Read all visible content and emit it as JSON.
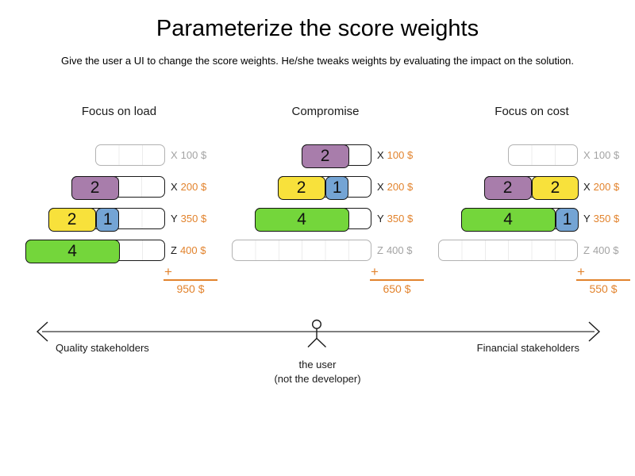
{
  "title": "Parameterize the score weights",
  "subtitle": "Give the user a UI to change the score weights. He/she tweaks weights by evaluating the impact on the solution.",
  "colors": {
    "purple": "#a87dab",
    "yellow": "#f8e13b",
    "blue": "#74a4d4",
    "green": "#74d63b",
    "orange": "#e2832d",
    "muted": "#a3a3a3",
    "ink": "#1a1a1a"
  },
  "plus_sign": "+",
  "panels": [
    {
      "heading": "Focus on load",
      "total": "950 $",
      "rows": [
        {
          "capacity": 3,
          "letter": "X",
          "price": "100 $",
          "active": false,
          "blocks": []
        },
        {
          "capacity": 4,
          "letter": "X",
          "price": "200 $",
          "active": true,
          "blocks": [
            {
              "value": "2",
              "size": 2,
              "color": "purple"
            }
          ]
        },
        {
          "capacity": 5,
          "letter": "Y",
          "price": "350 $",
          "active": true,
          "blocks": [
            {
              "value": "2",
              "size": 2,
              "color": "yellow"
            },
            {
              "value": "1",
              "size": 1,
              "color": "blue"
            }
          ]
        },
        {
          "capacity": 6,
          "letter": "Z",
          "price": "400 $",
          "active": true,
          "blocks": [
            {
              "value": "4",
              "size": 4,
              "color": "green"
            }
          ]
        }
      ]
    },
    {
      "heading": "Compromise",
      "total": "650 $",
      "rows": [
        {
          "capacity": 3,
          "letter": "X",
          "price": "100 $",
          "active": true,
          "blocks": [
            {
              "value": "2",
              "size": 2,
              "color": "purple"
            }
          ]
        },
        {
          "capacity": 4,
          "letter": "X",
          "price": "200 $",
          "active": true,
          "blocks": [
            {
              "value": "2",
              "size": 2,
              "color": "yellow"
            },
            {
              "value": "1",
              "size": 1,
              "color": "blue"
            }
          ]
        },
        {
          "capacity": 5,
          "letter": "Y",
          "price": "350 $",
          "active": true,
          "blocks": [
            {
              "value": "4",
              "size": 4,
              "color": "green"
            }
          ]
        },
        {
          "capacity": 6,
          "letter": "Z",
          "price": "400 $",
          "active": false,
          "blocks": []
        }
      ]
    },
    {
      "heading": "Focus on cost",
      "total": "550 $",
      "rows": [
        {
          "capacity": 3,
          "letter": "X",
          "price": "100 $",
          "active": false,
          "blocks": []
        },
        {
          "capacity": 4,
          "letter": "X",
          "price": "200 $",
          "active": true,
          "blocks": [
            {
              "value": "2",
              "size": 2,
              "color": "purple"
            },
            {
              "value": "2",
              "size": 2,
              "color": "yellow"
            }
          ]
        },
        {
          "capacity": 5,
          "letter": "Y",
          "price": "350 $",
          "active": true,
          "blocks": [
            {
              "value": "4",
              "size": 4,
              "color": "green"
            },
            {
              "value": "1",
              "size": 1,
              "color": "blue"
            }
          ]
        },
        {
          "capacity": 6,
          "letter": "Z",
          "price": "400 $",
          "active": false,
          "blocks": []
        }
      ]
    }
  ],
  "axis": {
    "left_label": "Quality stakeholders",
    "right_label": "Financial stakeholders",
    "user_line1": "the user",
    "user_line2": "(not the developer)"
  }
}
